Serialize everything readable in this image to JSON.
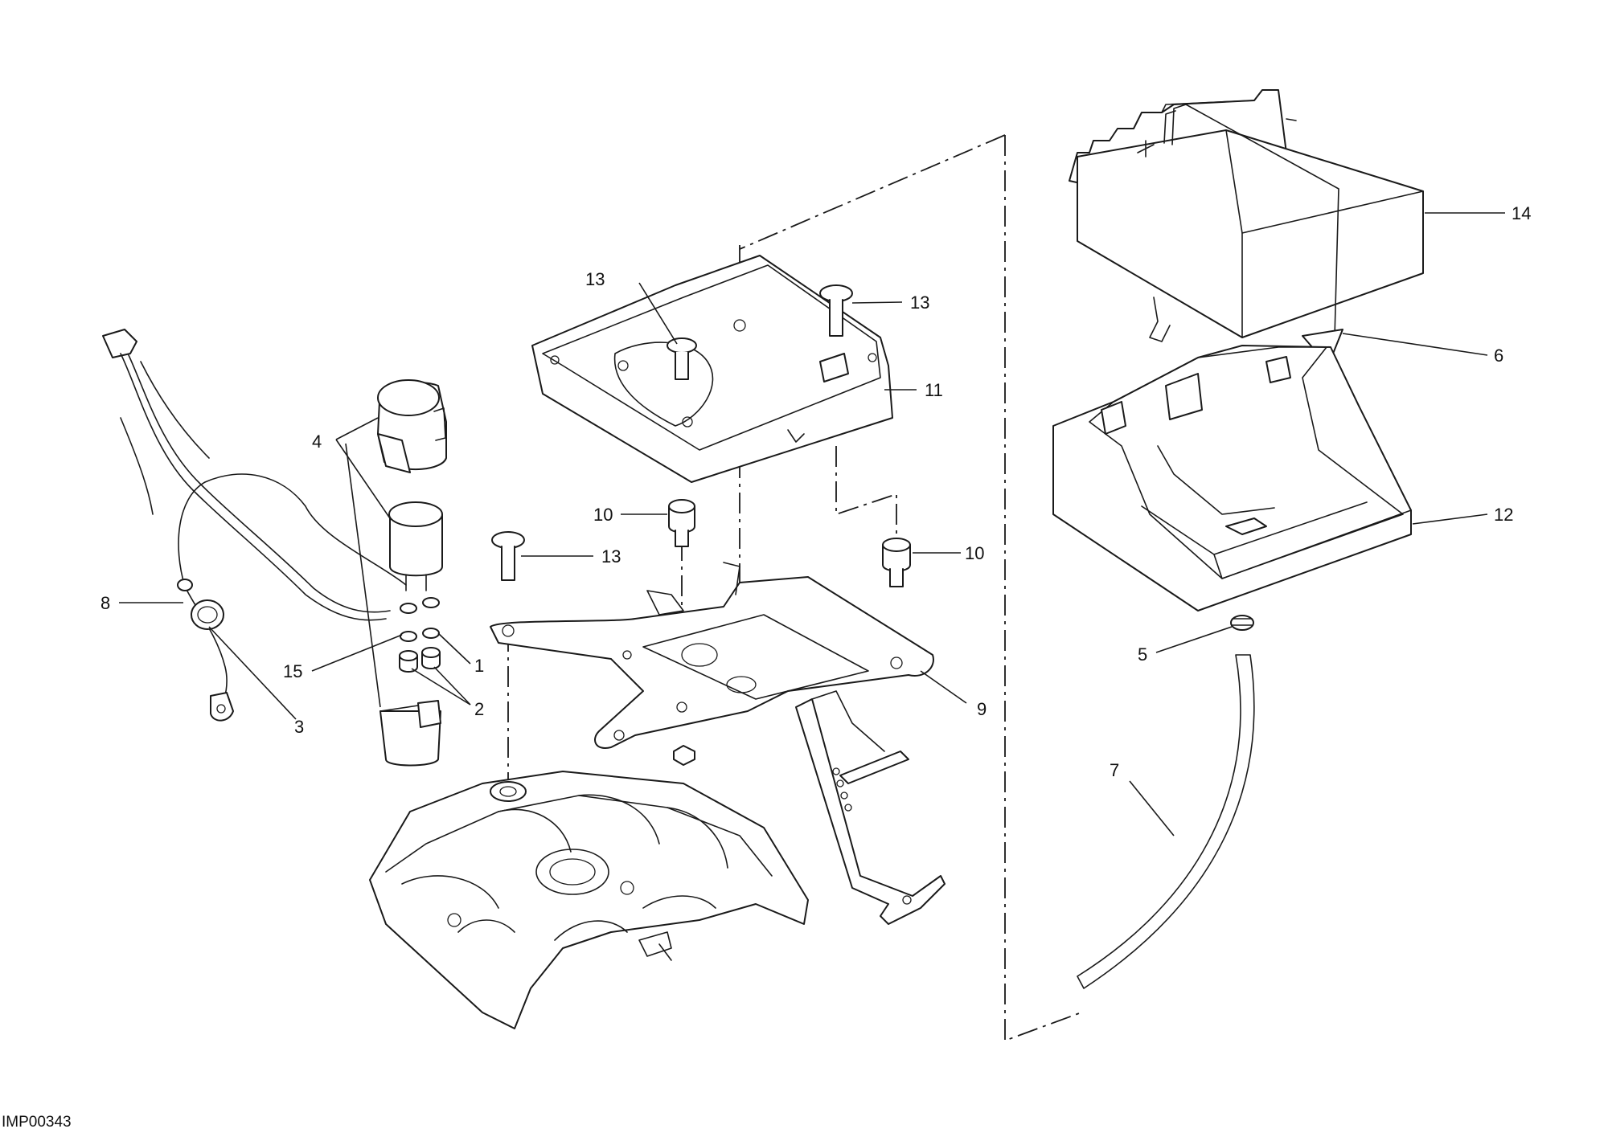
{
  "diagram": {
    "code": "IMP00343",
    "callouts": {
      "c1": "1",
      "c2": "2",
      "c3": "3",
      "c4": "4",
      "c5": "5",
      "c6": "6",
      "c7": "7",
      "c8": "8",
      "c9": "9",
      "c10a": "10",
      "c10b": "10",
      "c11": "11",
      "c12": "12",
      "c13a": "13",
      "c13b": "13",
      "c13c": "13",
      "c14": "14",
      "c15": "15"
    }
  }
}
